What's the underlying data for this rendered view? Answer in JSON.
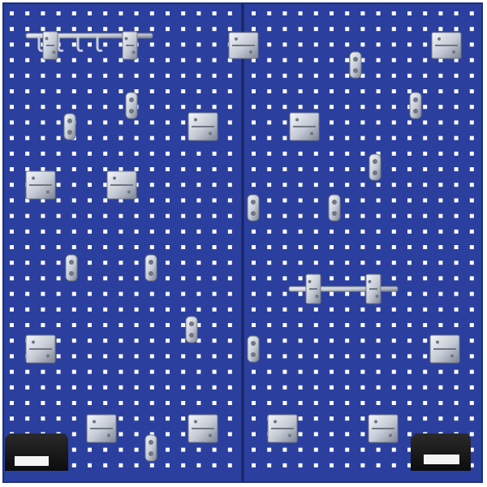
{
  "scene": {
    "subject": "pegboard-wall",
    "panel_count": 2,
    "bin_count": 2,
    "colors": {
      "background": "#ffffff",
      "panel": "#2b3f9e",
      "panel_edge": "#1e2f7e",
      "hole": "#ffffff",
      "seam": "#1a2766",
      "metal_light": "#eef1f6",
      "metal_mid": "#b7bdc8",
      "metal_dark": "#6f7684",
      "bin_body": "#1c1c1c",
      "bin_label": "#f4f4f4"
    }
  }
}
